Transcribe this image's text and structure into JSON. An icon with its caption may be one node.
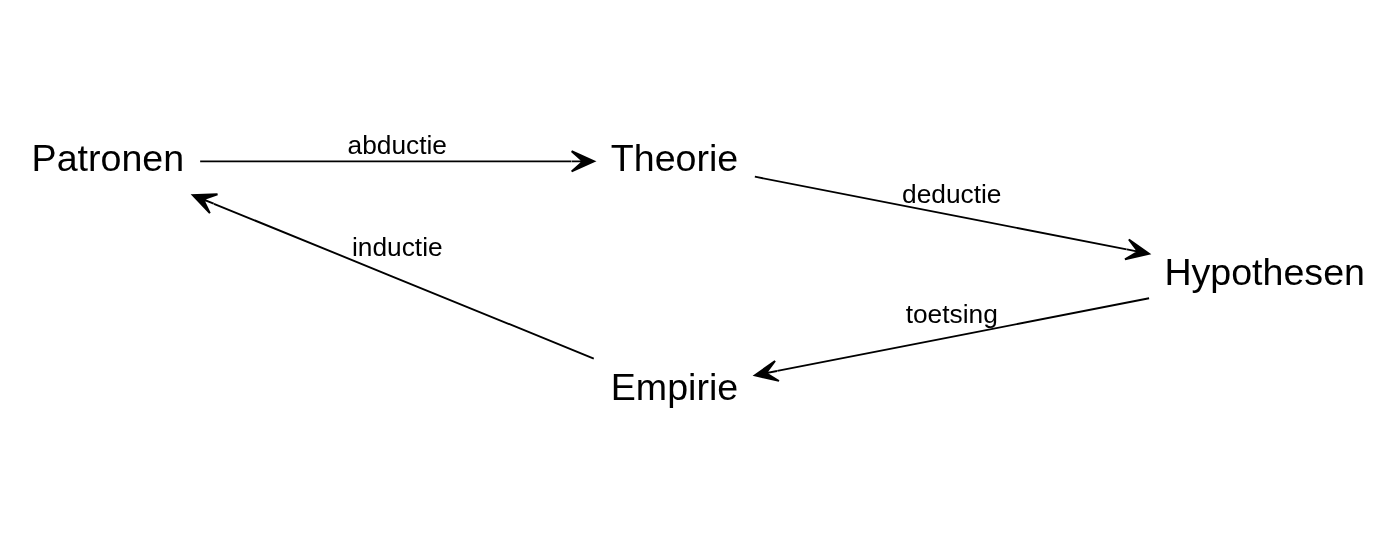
{
  "diagram": {
    "nodes": [
      {
        "text": [
          "Theorie"
        ]
      },
      {
        "text": [
          "Patronen"
        ]
      },
      {
        "text": [
          "Hypothesen"
        ]
      },
      {
        "text": [
          "Empirie"
        ]
      }
    ],
    "edges": [
      {
        "from": 1,
        "to": 0,
        "arrow": "to",
        "label": "abductie"
      },
      {
        "from": 0,
        "to": 2,
        "arrow": "to",
        "label": "deductie"
      },
      {
        "from": 2,
        "to": 3,
        "arrow": "to",
        "label": "toetsing"
      },
      {
        "from": 3,
        "to": 1,
        "arrow": "to",
        "label": "inductie"
      }
    ]
  }
}
